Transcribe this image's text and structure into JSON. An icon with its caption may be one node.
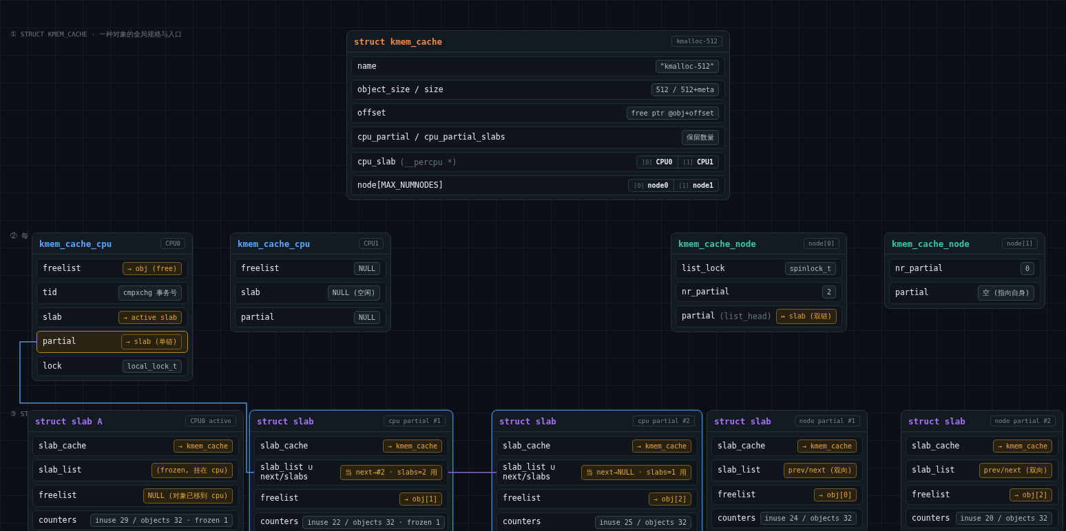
{
  "diagram": {
    "nodes": [
      {
        "text": [
          "struct kmem_cache",
          "kmalloc-512"
        ]
      },
      {
        "text": [
          "name",
          "\"kmalloc-512\""
        ],
        "in": 0
      },
      {
        "text": [
          "object_size / size",
          "512 / 512+meta"
        ],
        "in": 0
      },
      {
        "text": [
          "offset",
          "free ptr @obj+offset"
        ],
        "in": 0
      },
      {
        "text": [
          "cpu_partial / cpu_partial_slabs",
          "保留数量"
        ],
        "in": 0
      },
      {
        "text": [
          "cpu_slab",
          "(__percpu *)",
          "[0]",
          "CPU0",
          "[1]",
          "CPU1"
        ],
        "in": 0
      },
      {
        "text": [
          "node[MAX_NUMNODES]",
          "[0]",
          "node0",
          "[1]",
          "node1"
        ],
        "in": 0
      },
      {
        "text": [
          "kmem_cache_cpu",
          "CPU0"
        ]
      },
      {
        "text": [
          "freelist",
          "→ obj (free)"
        ],
        "in": 7
      },
      {
        "text": [
          "tid",
          "cmpxchg 事务号"
        ],
        "in": 7
      },
      {
        "text": [
          "slab",
          "→ active slab"
        ],
        "in": 7
      },
      {
        "text": [
          "partial",
          "→ slab (单链)"
        ],
        "in": 7
      },
      {
        "text": [
          "lock",
          "local_lock_t"
        ],
        "in": 7
      },
      {
        "text": [
          "kmem_cache_cpu",
          "CPU1"
        ]
      },
      {
        "text": [
          "freelist",
          "NULL"
        ],
        "in": 13
      },
      {
        "text": [
          "slab",
          "NULL (空闲)"
        ],
        "in": 13
      },
      {
        "text": [
          "partial",
          "NULL"
        ],
        "in": 13
      },
      {
        "text": [
          "kmem_cache_node",
          "node[0]"
        ]
      },
      {
        "text": [
          "list_lock",
          "spinlock_t"
        ],
        "in": 17
      },
      {
        "text": [
          "nr_partial",
          "2"
        ],
        "in": 17
      },
      {
        "text": [
          "partial",
          "(list_head)",
          "↔ slab (双链)"
        ],
        "in": 17
      },
      {
        "text": [
          "kmem_cache_node",
          "node[1]"
        ]
      },
      {
        "text": [
          "nr_partial",
          "0"
        ],
        "in": 21
      },
      {
        "text": [
          "partial",
          "空 (指向自身)"
        ],
        "in": 21
      },
      {
        "text": [
          "struct slab A",
          "CPU0 active"
        ]
      },
      {
        "text": [
          "slab_cache",
          "→ kmem_cache"
        ],
        "in": 24
      },
      {
        "text": [
          "slab_list",
          "(frozen, 挂在 cpu)"
        ],
        "in": 24
      },
      {
        "text": [
          "freelist",
          "NULL (对象已移到 cpu)"
        ],
        "in": 24
      },
      {
        "text": [
          "counters",
          "inuse 29 / objects 32 · frozen 1"
        ],
        "in": 24
      },
      {
        "text": [
          "struct slab",
          "cpu partial #1"
        ]
      },
      {
        "text": [
          "slab_cache",
          "→ kmem_cache"
        ],
        "in": 29
      },
      {
        "text": [
          "slab_list ∪ next/slabs",
          "当 next→#2 · slabs=2 用"
        ],
        "in": 29
      },
      {
        "text": [
          "freelist",
          "→ obj[1]"
        ],
        "in": 29
      },
      {
        "text": [
          "counters",
          "inuse 22 / objects 32 · frozen 1"
        ],
        "in": 29
      },
      {
        "text": [
          "struct slab",
          "cpu partial #2"
        ]
      },
      {
        "text": [
          "slab_cache",
          "→ kmem_cache"
        ],
        "in": 34
      },
      {
        "text": [
          "slab_list ∪ next/slabs",
          "当 next→NULL · slabs=1 用"
        ],
        "in": 34
      },
      {
        "text": [
          "freelist",
          "→ obj[2]"
        ],
        "in": 34
      },
      {
        "text": [
          "counters",
          "inuse 25 / objects 32"
        ],
        "in": 34
      },
      {
        "text": [
          "struct slab",
          "node partial #1"
        ]
      },
      {
        "text": [
          "slab_cache",
          "→ kmem_cache"
        ],
        "in": 39
      },
      {
        "text": [
          "slab_list",
          "prev/next (双向)"
        ],
        "in": 39
      },
      {
        "text": [
          "freelist",
          "→ obj[0]"
        ],
        "in": 39
      },
      {
        "text": [
          "counters",
          "inuse 24 / objects 32"
        ],
        "in": 39
      },
      {
        "text": [
          "struct slab",
          "node partial #2"
        ]
      },
      {
        "text": [
          "slab_cache",
          "→ kmem_cache"
        ],
        "in": 44
      },
      {
        "text": [
          "slab_list",
          "prev/next (双向)"
        ],
        "in": 44
      },
      {
        "text": [
          "freelist",
          "→ obj[2]"
        ],
        "in": 44
      },
      {
        "text": [
          "counters",
          "inuse 20 / objects 32"
        ],
        "in": 44
      }
    ],
    "edges": [
      {
        "from": 11,
        "to": 31,
        "arrow": "none",
        "color": "#4f8fe0"
      },
      {
        "from": 31,
        "to": 36,
        "arrow": "none",
        "color": "#8b64d6"
      }
    ],
    "labels": [
      "① STRUCT KMEM_CACHE · 一种对象的全局规格与入口",
      "② 每",
      "③ ST"
    ]
  }
}
